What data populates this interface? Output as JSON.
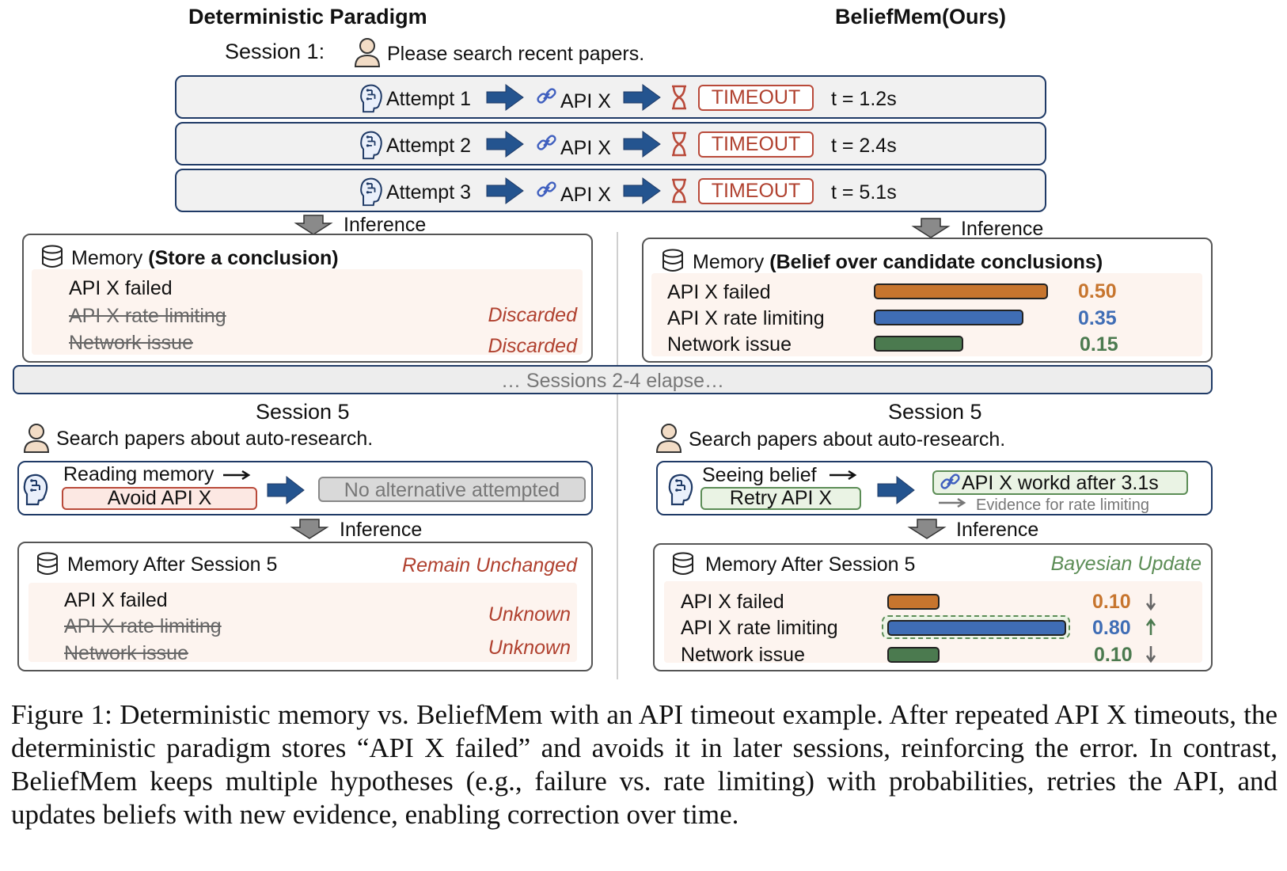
{
  "headers": {
    "left": "Deterministic Paradigm",
    "right": "BeliefMem(Ours)"
  },
  "session1": {
    "label": "Session 1:",
    "query": "Please search recent papers."
  },
  "attempts": [
    {
      "label": "Attempt 1",
      "api": "API X",
      "status": "TIMEOUT",
      "time": "t = 1.2s"
    },
    {
      "label": "Attempt 2",
      "api": "API X",
      "status": "TIMEOUT",
      "time": "t = 2.4s"
    },
    {
      "label": "Attempt 3",
      "api": "API X",
      "status": "TIMEOUT",
      "time": "t = 5.1s"
    }
  ],
  "inference_label": "Inference",
  "left_memory": {
    "title": "Memory",
    "subtitle": "(Store a conclusion)",
    "items": [
      {
        "text": "API X failed",
        "note": ""
      },
      {
        "text": "API X rate limiting",
        "note": "Discarded"
      },
      {
        "text": "Network issue",
        "note": "Discarded"
      }
    ]
  },
  "right_memory": {
    "title": "Memory",
    "subtitle": "(Belief over candidate conclusions)",
    "items": [
      {
        "text": "API X failed",
        "value": 0.5,
        "value_label": "0.50"
      },
      {
        "text": "API X rate limiting",
        "value": 0.35,
        "value_label": "0.35"
      },
      {
        "text": "Network issue",
        "value": 0.15,
        "value_label": "0.15"
      }
    ]
  },
  "elapse_label": "… Sessions 2-4 elapse…",
  "session5": {
    "label": "Session 5",
    "query": "Search papers about auto-research."
  },
  "left_session5": {
    "reading": "Reading memory",
    "action": "Avoid API X",
    "result": "No alternative attempted"
  },
  "right_session5": {
    "seeing": "Seeing belief",
    "action": "Retry API X",
    "result": "API X workd after 3.1s",
    "evidence": "Evidence for rate limiting"
  },
  "left_after": {
    "title": "Memory After Session 5",
    "status": "Remain Unchanged",
    "items": [
      {
        "text": "API X failed",
        "note": ""
      },
      {
        "text": "API X rate limiting",
        "note": "Unknown"
      },
      {
        "text": "Network issue",
        "note": "Unknown"
      }
    ]
  },
  "right_after": {
    "title": "Memory After Session 5",
    "status": "Bayesian Update",
    "items": [
      {
        "text": "API X failed",
        "value": 0.1,
        "value_label": "0.10",
        "trend": "down"
      },
      {
        "text": "API X rate limiting",
        "value": 0.8,
        "value_label": "0.80",
        "trend": "up"
      },
      {
        "text": "Network issue",
        "value": 0.1,
        "value_label": "0.10",
        "trend": "down"
      }
    ]
  },
  "caption": "Figure 1: Deterministic memory vs. BeliefMem with an API timeout example. After repeated API X timeouts, the deterministic paradigm stores “API X failed” and avoids it in later sessions, reinforcing the error. In contrast, BeliefMem keeps multiple hypotheses (e.g., failure vs. rate limiting) with probabilities, retries the API, and updates beliefs with new evidence, enabling correction over time.",
  "colors": {
    "navy": "#1f3a66",
    "orange": "#c7752e",
    "blue": "#3f6db5",
    "green": "#4b7a4f",
    "red": "#b0412f"
  }
}
